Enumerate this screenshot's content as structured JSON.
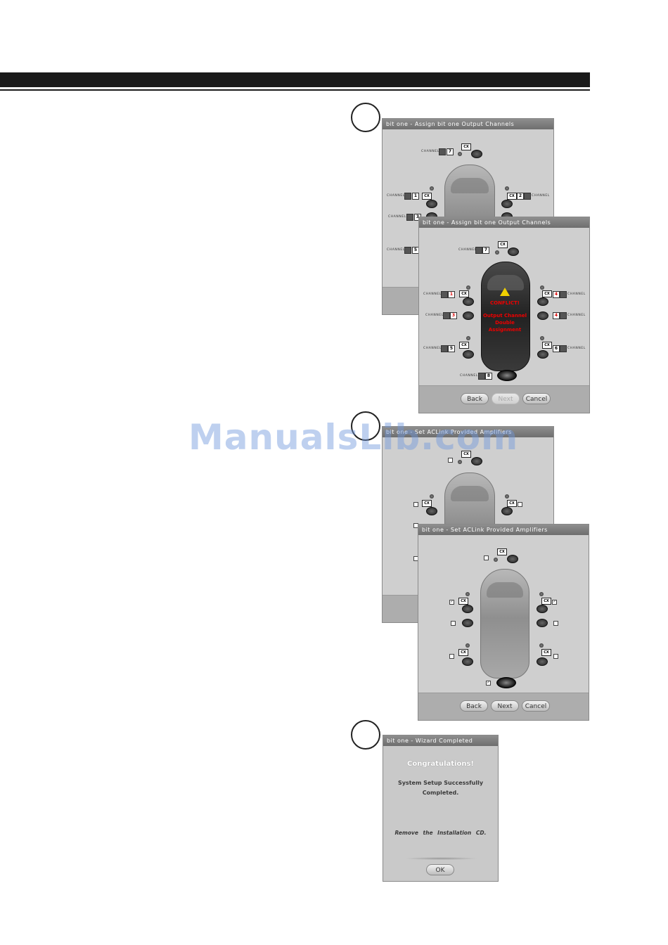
{
  "windows": {
    "assign": {
      "title": "bit one - Assign bit one Output Channels"
    },
    "acl": {
      "title": "bit one - Set ACLink Provided Amplifiers"
    },
    "wizard": {
      "title": "bit one - Wizard Completed"
    }
  },
  "channel_label": "CHANNEL",
  "cx_label": "CX",
  "assign_front": {
    "channels": {
      "top": "7",
      "left_front": "1",
      "left_mid": "3",
      "left_rear": "5",
      "right_front": "2"
    }
  },
  "assign_back": {
    "channels": {
      "top": "7",
      "left_front": "1",
      "left_mid": "3",
      "left_rear": "5",
      "right_front": "4",
      "right_mid": "4",
      "right_rear": "6",
      "sub": "8"
    },
    "conflict": {
      "title": "CONFLICT!",
      "line1": "Output Channel",
      "line2": "Double",
      "line3": "Assignment"
    }
  },
  "buttons": {
    "back": "Back",
    "next": "Next",
    "cancel": "Cancel",
    "ok": "OK"
  },
  "wizard": {
    "heading": "Congratulations!",
    "line1": "System Setup Successfully",
    "line2": "Completed.",
    "note": "Remove the Installation CD."
  },
  "watermark": "ManualsLib.com",
  "checkmark": "✓"
}
